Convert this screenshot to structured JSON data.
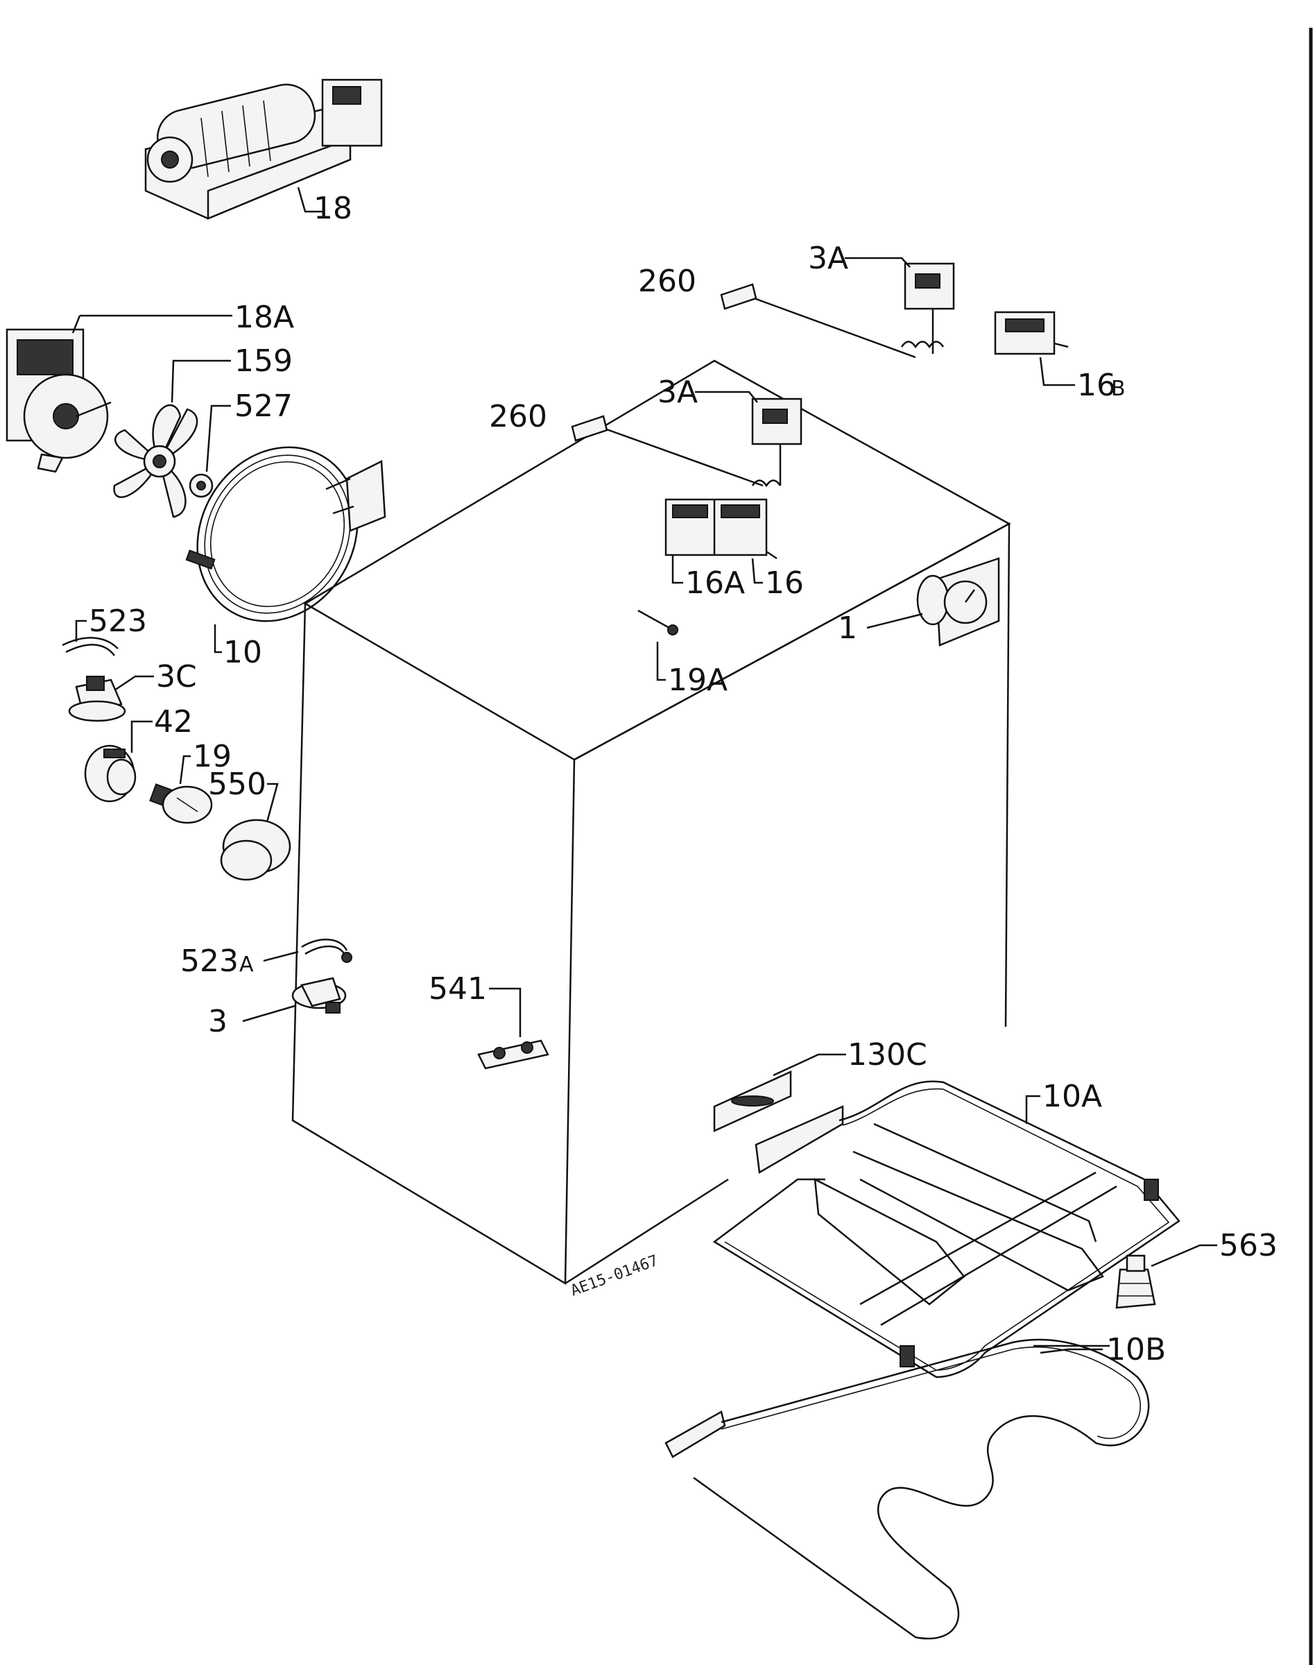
{
  "labels": {
    "p18": "18",
    "p18a": "18A",
    "p159": "159",
    "p527": "527",
    "p10": "10",
    "p523": "523",
    "p3c": "3C",
    "p42": "42",
    "p19": "19",
    "p550": "550",
    "p523a": "523",
    "p523a_suffix": "A",
    "p3": "3",
    "p541": "541",
    "p260_top": "260",
    "p3a_top": "3A",
    "p16b": "16",
    "p16b_suffix": "B",
    "p260_mid": "260",
    "p3a_mid": "3A",
    "p16a": "16A",
    "p16": "16",
    "p1": "1",
    "p19a": "19A",
    "p130c": "130C",
    "p10a": "10A",
    "p563": "563",
    "p10b": "10B"
  },
  "stamp": "AE15-01467"
}
